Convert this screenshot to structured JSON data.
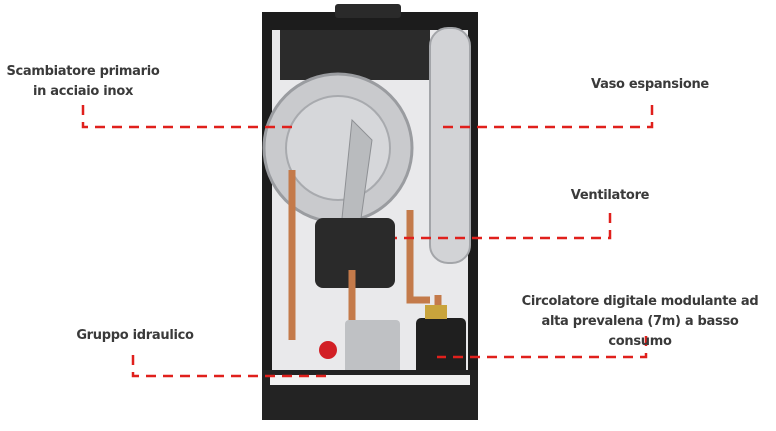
{
  "labels": {
    "exchanger": "Scambiatore primario in acciaio inox",
    "vessel": "Vaso espansione",
    "fan": "Ventilatore",
    "pump": "Circolatore digitale modulante ad alta prevalena (7m) a basso consumo",
    "hydraulic": "Gruppo idraulico"
  },
  "colors": {
    "leader": "#e0201c",
    "text": "#3a3a3a"
  }
}
